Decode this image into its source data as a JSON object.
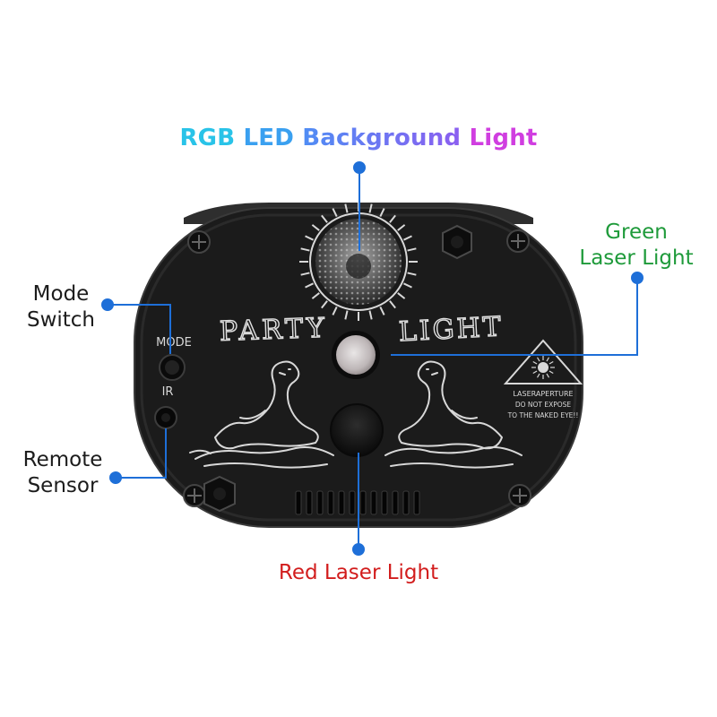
{
  "title": {
    "parts": [
      {
        "text": "RGB ",
        "color": "#29c3e8"
      },
      {
        "text": "LED ",
        "color": "#3aa0f0"
      },
      {
        "text": "Background ",
        "color": "#6f72f2"
      },
      {
        "text": "Light",
        "color": "#d03ee0"
      }
    ]
  },
  "labels": {
    "green_laser": [
      "Green",
      "Laser Light"
    ],
    "mode_switch": [
      "Mode",
      "Switch"
    ],
    "remote_sensor": [
      "Remote",
      "Sensor"
    ],
    "red_laser": "Red Laser Light"
  },
  "device": {
    "mode_text": "MODE",
    "ir_text": "IR",
    "logo_left": "PARTY",
    "logo_right": "LIGHT",
    "warning_lines": [
      "LASERAPERTURE",
      "DO NOT EXPOSE",
      "TO THE NAKED EYE!!"
    ]
  },
  "colors": {
    "callout_blue": "#1e6fd8",
    "body": "#1b1b1b",
    "engraving": "#d8d8d8",
    "green_label": "#1e9a3a",
    "red_label": "#d21d1d"
  }
}
